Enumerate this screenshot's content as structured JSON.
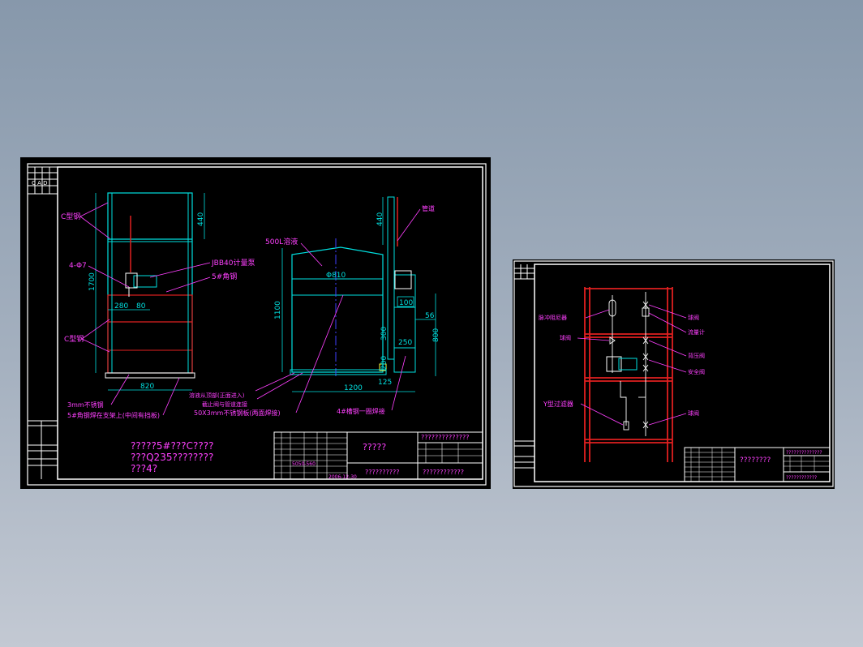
{
  "colors": {
    "background_top": "#8798ab",
    "background_bottom": "#c3c9d3",
    "frame": "#ffffff",
    "dimension": "#00e0e0",
    "leader": "#ff40ff",
    "frame_member": "#e02020",
    "center_line": "#4040ff",
    "part": "#ffff40"
  },
  "sheet1": {
    "front_view": {
      "callouts": {
        "c_channel_top": "C型钢",
        "hole": "4-Φ7",
        "c_channel_mid": "C型钢",
        "meter": "JBB40计量泵",
        "angle": "5#角钢",
        "plate": "3mm不锈钢",
        "bottom_note": "5#角钢焊在支架上(中间有挡板)"
      },
      "dims": {
        "height_total": "1700",
        "height_top": "440",
        "d280": "280",
        "d80": "80",
        "width": "820"
      }
    },
    "side_view": {
      "callouts": {
        "tank": "500L溶液",
        "pipe": "管道",
        "feed": "溶液从顶部(正面进入)",
        "valve": "截止阀与管道连接",
        "steel": "50X3mm不锈钢板(两面焊接)",
        "base": "4#槽钢一圈焊接"
      },
      "dims": {
        "diameter": "Φ810",
        "height": "1100",
        "top": "440",
        "width": "1200",
        "d100": "100",
        "d56": "56",
        "d800": "800",
        "d300": "300",
        "d250": "250",
        "d200": "200",
        "d125": "125"
      }
    },
    "notes": [
      "?????5#???C????",
      "???Q235????????",
      "???4?"
    ],
    "title_block": {
      "title": "?????",
      "subtitle": "??????????",
      "top_right": "??????????????",
      "bottom_right": "????????????",
      "drawing_no": "5050-560",
      "date": "2006-12-30"
    },
    "side_strip": {
      "label_cad": "C A D"
    }
  },
  "sheet2": {
    "callouts": {
      "accumulator": "脉冲阻尼器",
      "valve_left": "球阀",
      "y_filter": "Y型过滤器",
      "ball_valve": "球阀",
      "flow_meter": "流量计",
      "back_pressure": "背压阀",
      "safety_valve": "安全阀",
      "check_valve": "球阀"
    },
    "title_block": {
      "title": "????????",
      "top_right": "??????????????",
      "bottom_right": "????????????"
    }
  }
}
